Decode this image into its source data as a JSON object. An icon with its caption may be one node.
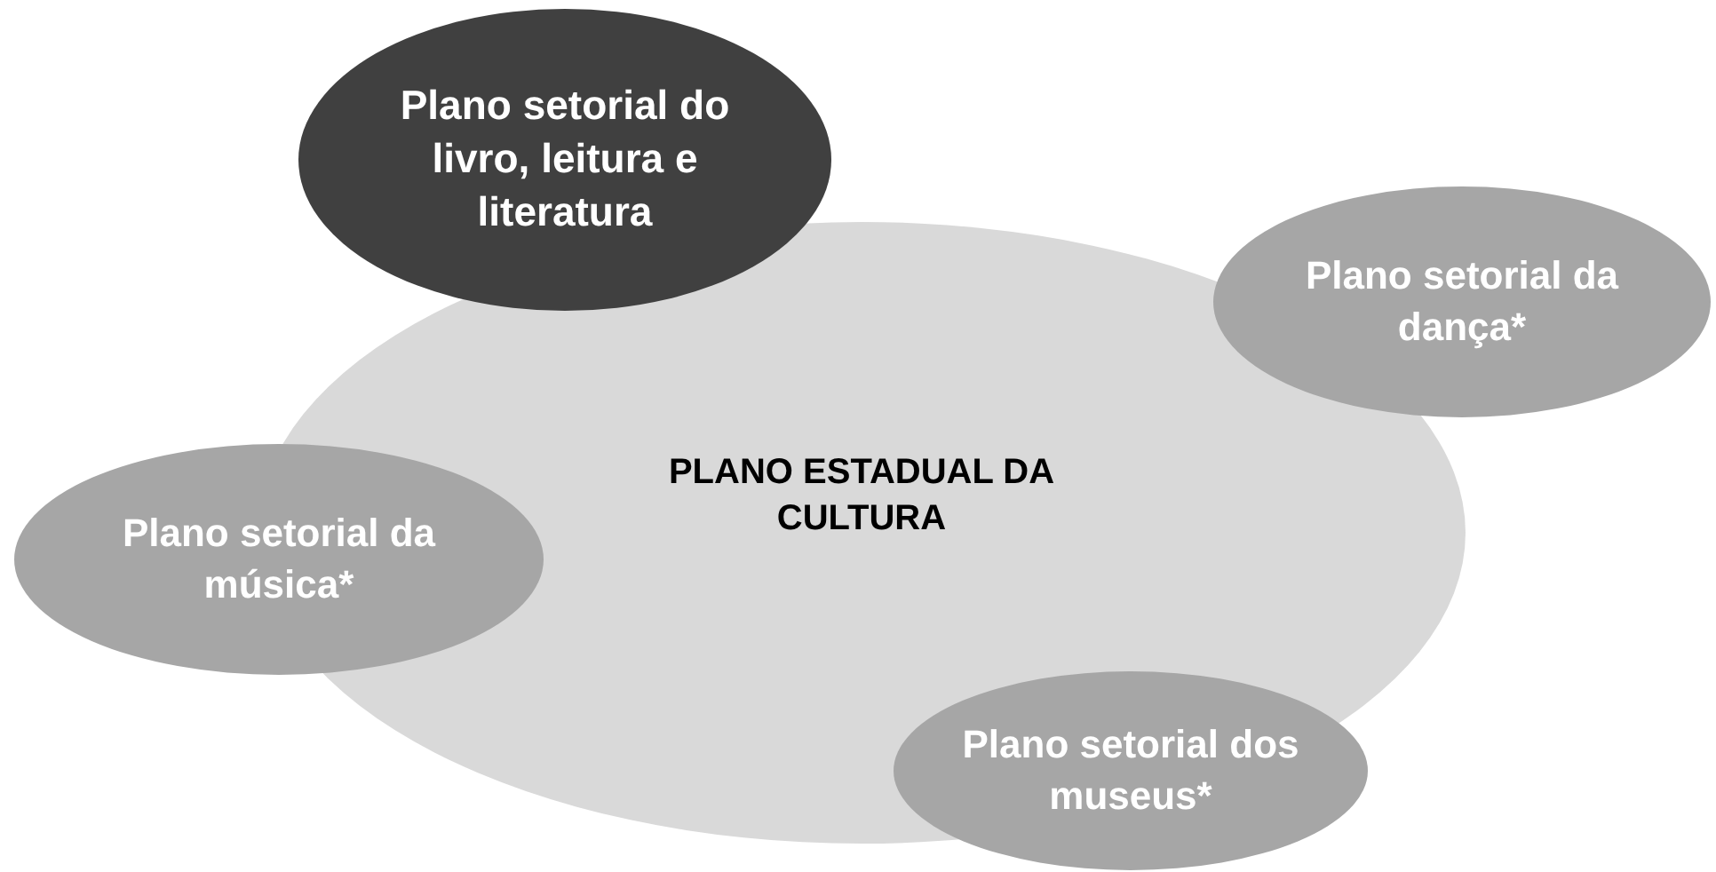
{
  "diagram": {
    "nodes": [
      {
        "text": [
          "Plano setorial do livro, leitura e literatura"
        ]
      },
      {
        "text": [
          "Plano setorial da dança*"
        ]
      },
      {
        "text": [
          "PLANO ESTADUAL DA CULTURA"
        ]
      },
      {
        "text": [
          "Plano setorial da música*"
        ]
      },
      {
        "text": [
          "Plano setorial dos museus*"
        ]
      }
    ]
  }
}
